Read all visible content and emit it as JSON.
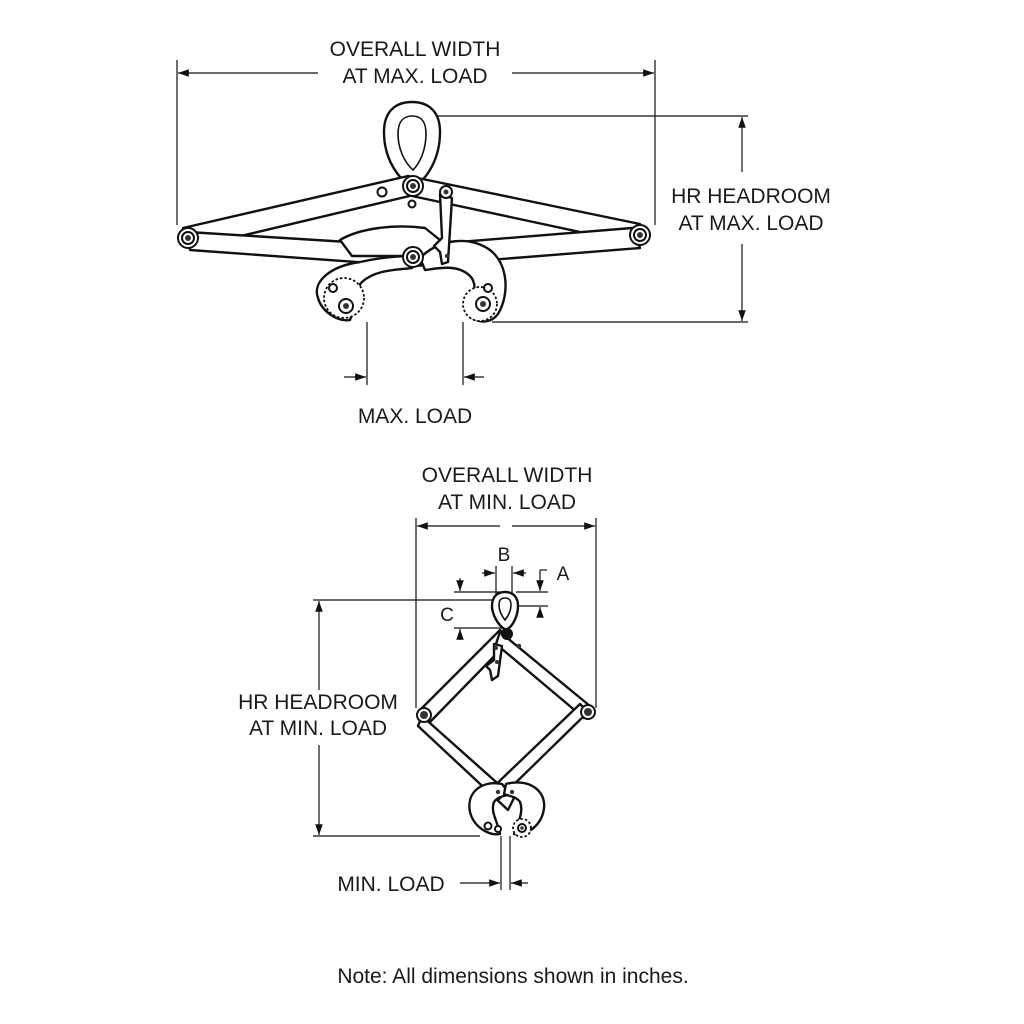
{
  "diagram": {
    "top_view": {
      "overall_width_line1": "OVERALL WIDTH",
      "overall_width_line2": "AT MAX. LOAD",
      "headroom_line1": "HR HEADROOM",
      "headroom_line2": "AT MAX. LOAD",
      "load_label": "MAX. LOAD"
    },
    "bottom_view": {
      "overall_width_line1": "OVERALL WIDTH",
      "overall_width_line2": "AT MIN. LOAD",
      "headroom_line1": "HR HEADROOM",
      "headroom_line2": "AT MIN. LOAD",
      "load_label": "MIN. LOAD",
      "dim_a": "A",
      "dim_b": "B",
      "dim_c": "C"
    },
    "note": "Note: All dimensions shown in inches."
  }
}
